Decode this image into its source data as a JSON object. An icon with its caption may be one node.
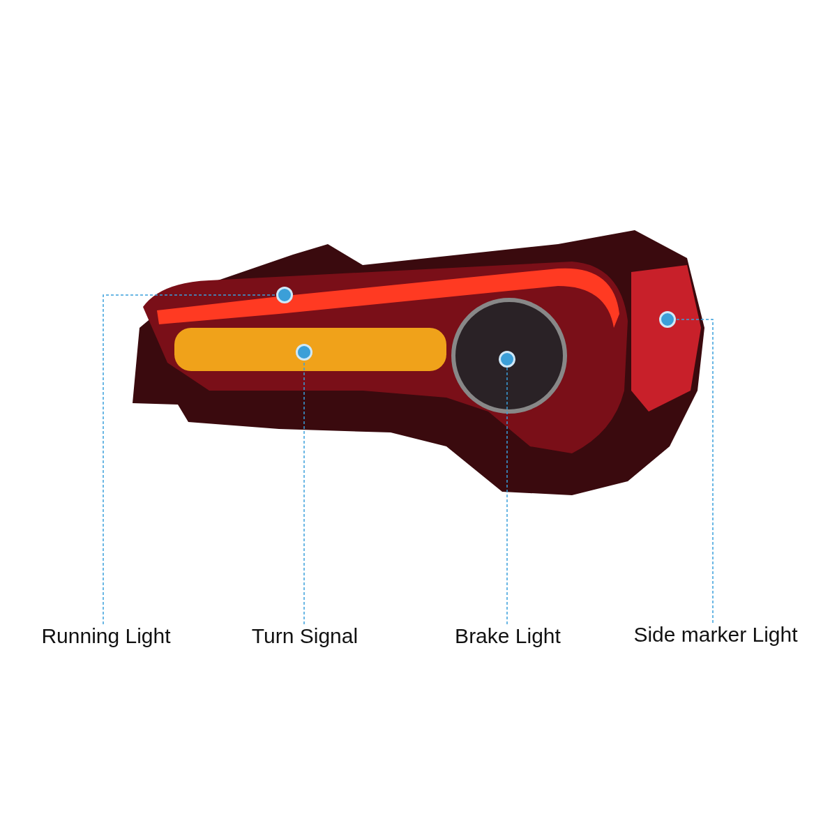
{
  "diagram": {
    "nodes": [
      {
        "text": [
          "Running Light"
        ]
      },
      {
        "text": [
          "Turn Signal"
        ]
      },
      {
        "text": [
          "Brake Light"
        ]
      },
      {
        "text": [
          "Side marker Light"
        ]
      },
      {
        "text": [],
        "shape": "circle"
      },
      {
        "text": [],
        "shape": "circle"
      },
      {
        "text": [],
        "shape": "circle"
      },
      {
        "text": [],
        "shape": "circle"
      }
    ],
    "edges": [
      {
        "from": 0,
        "to": 4,
        "arrow": "none",
        "style": "dashed"
      },
      {
        "from": 1,
        "to": 5,
        "arrow": "none",
        "style": "dashed"
      },
      {
        "from": 2,
        "to": 6,
        "arrow": "none",
        "style": "dashed"
      },
      {
        "from": 3,
        "to": 7,
        "arrow": "none",
        "style": "dashed"
      }
    ]
  }
}
